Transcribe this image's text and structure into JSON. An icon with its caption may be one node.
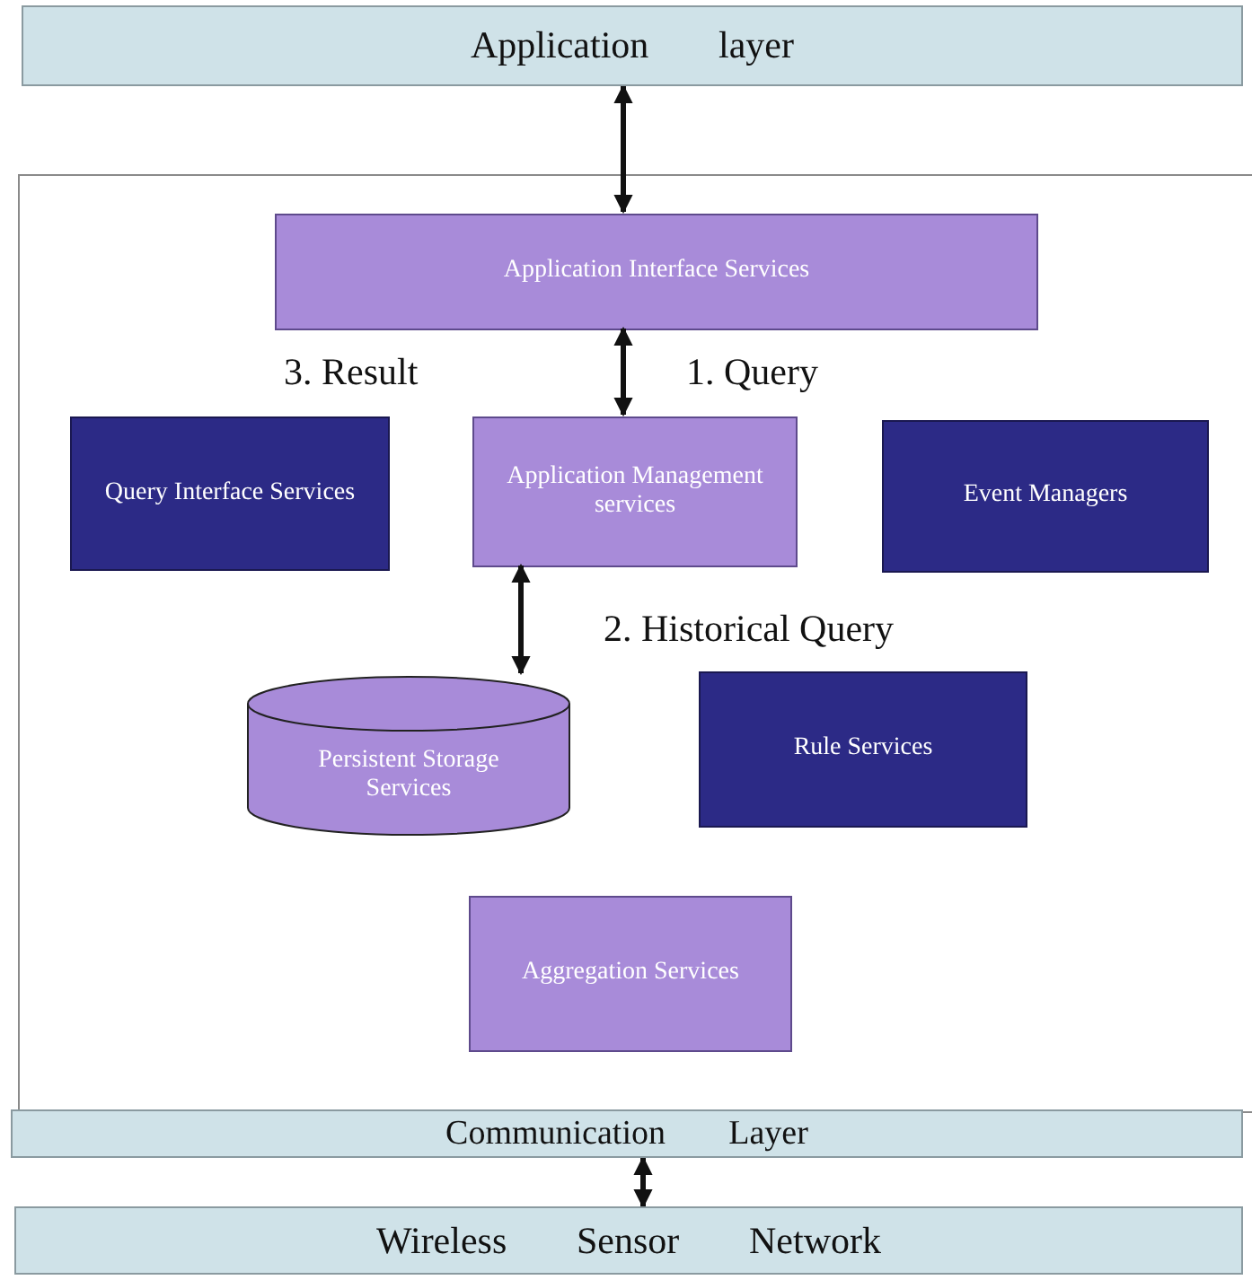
{
  "diagram": {
    "nodes": [
      {
        "text": [
          "Application layer"
        ]
      },
      {
        "text": [],
        "shape": "box"
      },
      {
        "text": [
          "Application Interface Services"
        ],
        "in": 1
      },
      {
        "text": [
          "Query Interface Services"
        ],
        "in": 1
      },
      {
        "text": [
          "Application Management services"
        ],
        "in": 1
      },
      {
        "text": [
          "Event Managers"
        ],
        "in": 1
      },
      {
        "text": [
          "Persistent Storage Services"
        ],
        "in": 1
      },
      {
        "text": [
          "Rule Services"
        ],
        "in": 1
      },
      {
        "text": [
          "Aggregation Services"
        ],
        "in": 1
      },
      {
        "text": [
          "Communication Layer"
        ]
      },
      {
        "text": [
          "Wireless Sensor Network"
        ]
      }
    ],
    "edges": [
      {
        "from": 0,
        "to": 2,
        "arrow": "both"
      },
      {
        "from": 2,
        "to": 4,
        "arrow": "both"
      },
      {
        "from": 4,
        "to": 6,
        "arrow": "both"
      },
      {
        "from": 9,
        "to": 10,
        "arrow": "both"
      }
    ],
    "labels": [
      "3. Result",
      "1. Query",
      "2. Historical Query"
    ]
  }
}
